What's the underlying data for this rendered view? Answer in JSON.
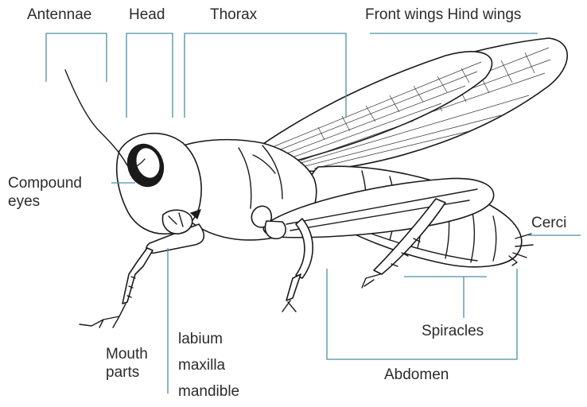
{
  "labels": {
    "antennae": "Antennae",
    "head": "Head",
    "thorax": "Thorax",
    "wings": "Front wings Hind wings",
    "compound_eyes_1": "Compound",
    "compound_eyes_2": "eyes",
    "cerci": "Cerci",
    "mouth_parts_1": "Mouth",
    "mouth_parts_2": "parts",
    "labium": "labium",
    "maxilla": "maxilla",
    "mandible": "mandible",
    "spiracles": "Spiracles",
    "abdomen": "Abdomen"
  },
  "colors": {
    "leader_line": "#4a90a4",
    "ink": "#1a1a1a",
    "text": "#2b2b2b"
  }
}
